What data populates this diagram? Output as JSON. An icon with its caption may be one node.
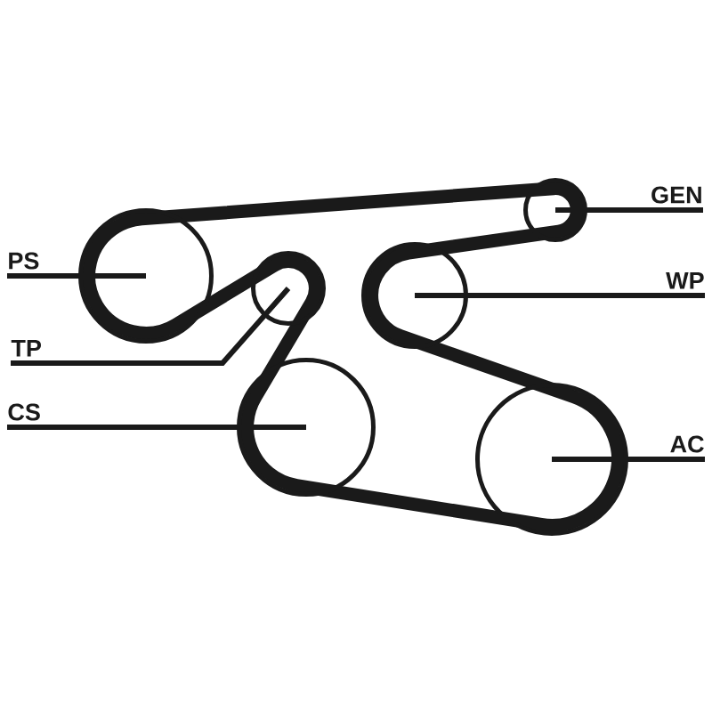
{
  "diagram": {
    "nodes": [
      {
        "text": [
          "GEN"
        ]
      },
      {
        "text": [
          "PS"
        ]
      },
      {
        "text": [
          "WP"
        ]
      },
      {
        "text": [
          "TP"
        ]
      },
      {
        "text": [
          "CS"
        ]
      },
      {
        "text": [
          "AC"
        ]
      },
      {
        "text": [],
        "shape": "circle"
      },
      {
        "text": [],
        "shape": "circle"
      },
      {
        "text": [],
        "shape": "circle"
      },
      {
        "text": [],
        "shape": "circle"
      },
      {
        "text": [],
        "shape": "circle"
      },
      {
        "text": [],
        "shape": "circle"
      }
    ],
    "edges": [
      {
        "from": 0,
        "to": 6,
        "arrow": "none"
      },
      {
        "from": 1,
        "to": 7,
        "arrow": "none"
      },
      {
        "from": 2,
        "to": 8,
        "arrow": "none"
      },
      {
        "from": 3,
        "to": 9,
        "arrow": "none"
      },
      {
        "from": 4,
        "to": 10,
        "arrow": "none"
      },
      {
        "from": 5,
        "to": 11,
        "arrow": "none"
      }
    ]
  }
}
